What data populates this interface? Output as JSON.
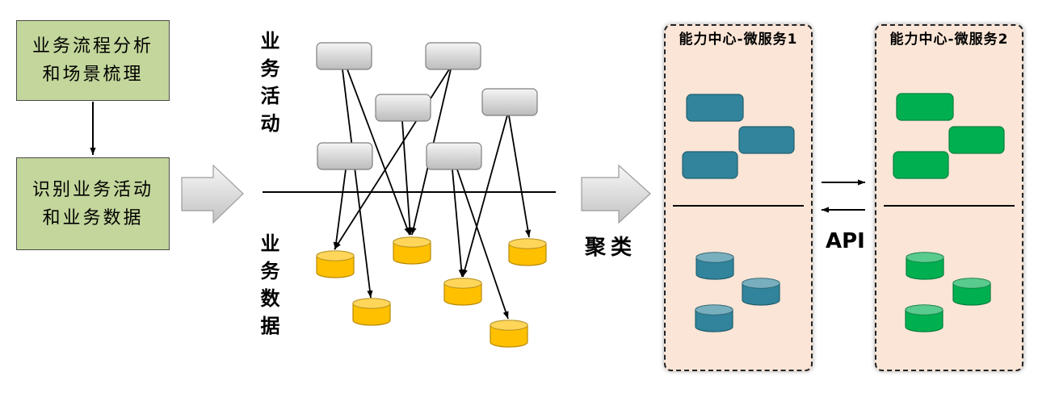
{
  "process_steps": [
    {
      "lines": [
        "业务流程分析",
        "和场景梳理"
      ]
    },
    {
      "lines": [
        "识别业务活动",
        "和业务数据"
      ]
    }
  ],
  "labels": {
    "business_activities": "业务活动",
    "business_data": "业务数据",
    "clustering": "聚类",
    "api": "API"
  },
  "services": [
    {
      "title": "能力中心-微服务1"
    },
    {
      "title": "能力中心-微服务2"
    }
  ],
  "colors": {
    "step_fill": "#c3d69b",
    "panel_fill": "#fbe5d6",
    "data_yellow": "#ffc000",
    "service1": "#31849b",
    "service2": "#00b050"
  }
}
